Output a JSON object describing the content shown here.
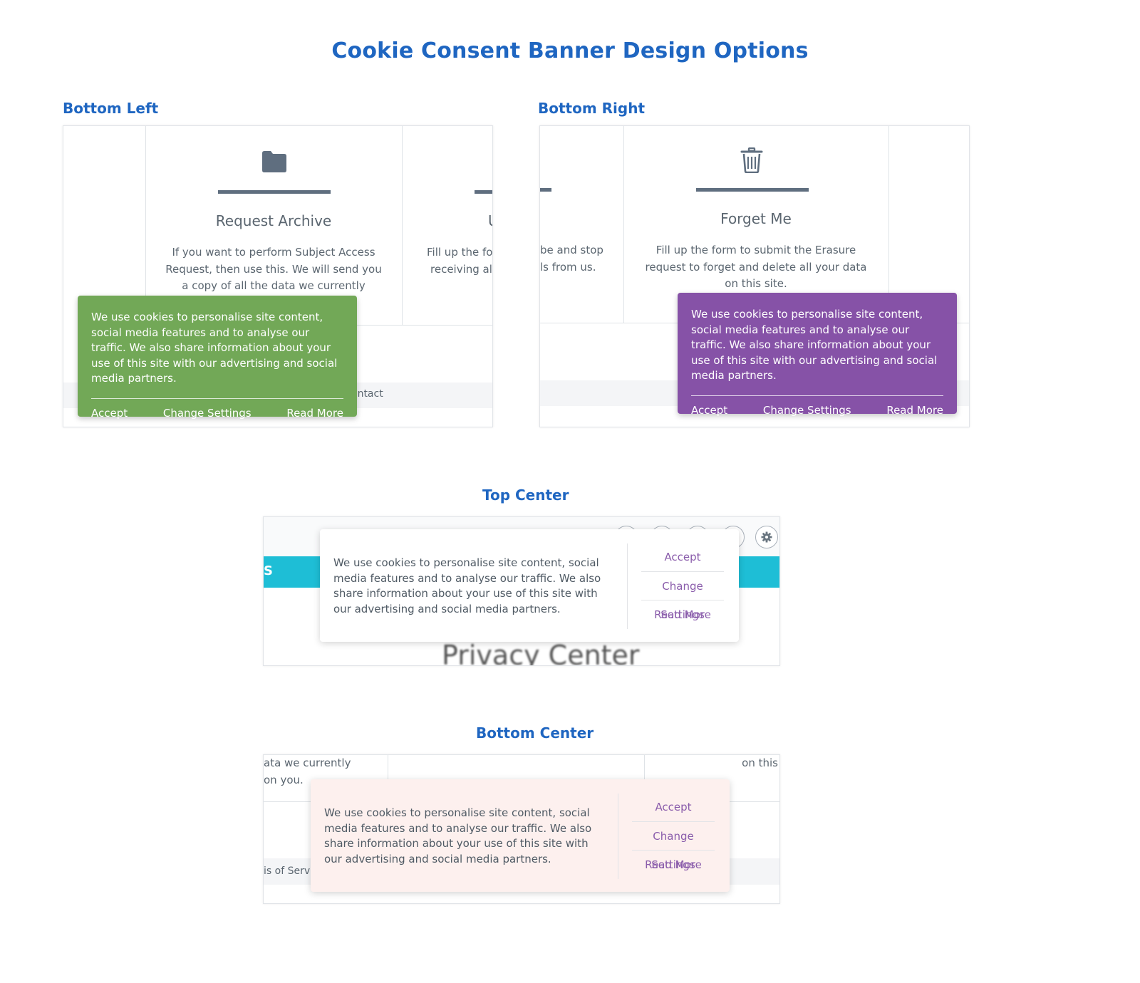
{
  "page_title": "Cookie Consent Banner Design Options",
  "cookie_message": "We use cookies to personalise site content, social media features and to analyse our traffic. We also share information about your use of this site with our advertising and social media partners.",
  "actions": {
    "accept": "Accept",
    "change_settings": "Change Settings",
    "read_more": "Read More"
  },
  "colors": {
    "title": "#1f66c1",
    "bottom_left_banner": "#72a857",
    "bottom_right_banner": "#8652a7",
    "center_link": "#8a5cab",
    "top_center_banner": "#ffffff",
    "bottom_center_banner": "#fdf0ee",
    "teal_band": "#1ebed6"
  },
  "bottom_left": {
    "heading": "Bottom Left",
    "card_title": "Request Archive",
    "card_text": [
      "If you want to perform Subject Access",
      "Request, then use this. We will send you",
      "a copy of all the data we currently"
    ],
    "side_title": "U",
    "side_text": [
      "Fill up the for",
      "receiving all"
    ],
    "footer_text": "ontact",
    "icon": "folder-icon"
  },
  "bottom_right": {
    "heading": "Bottom Right",
    "card_title": "Forget Me",
    "card_text": [
      "Fill up the form to submit the Erasure",
      "request to forget and delete all your data",
      "on this site."
    ],
    "side_text": [
      "be and stop",
      "ls from us."
    ],
    "icon": "trash-icon"
  },
  "top_center": {
    "heading": "Top Center",
    "band_text": "S",
    "bg_heading": "Privacy Center",
    "icon": "gear-icon"
  },
  "bottom_center": {
    "heading": "Bottom Center",
    "left_text": [
      "ata we currently",
      "on you."
    ],
    "right_text": "on this",
    "footer_text": "is of Servic"
  }
}
